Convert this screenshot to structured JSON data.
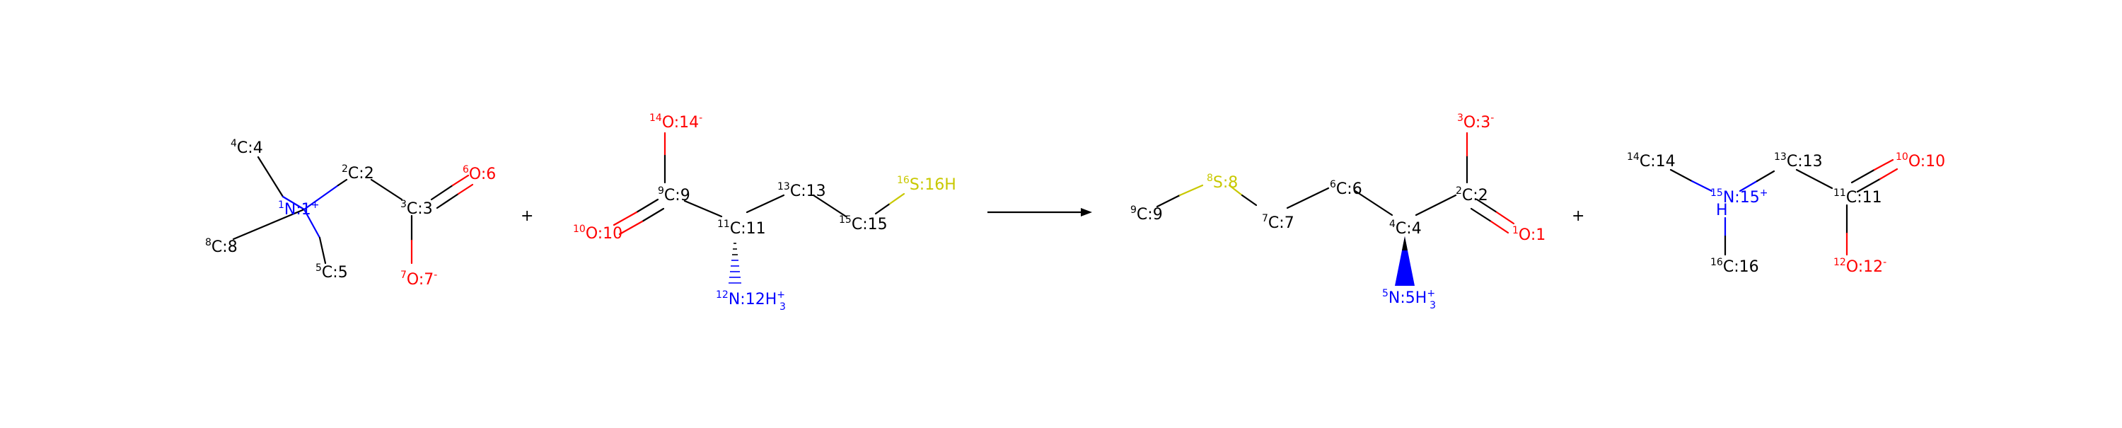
{
  "colors": {
    "carbon": "#000000",
    "nitrogen": "#0000ff",
    "oxygen": "#ff0000",
    "sulfur": "#c8c800"
  },
  "molecules": [
    {
      "id": "betaine",
      "atoms": [
        {
          "id": "c4",
          "isotope": "4",
          "label": "C:4",
          "el": "C"
        },
        {
          "id": "c2",
          "isotope": "2",
          "label": "C:2",
          "el": "C"
        },
        {
          "id": "n1",
          "isotope": "1",
          "label": "N:1",
          "charge": "+",
          "el": "N"
        },
        {
          "id": "c3",
          "isotope": "3",
          "label": "C:3",
          "el": "C"
        },
        {
          "id": "o6",
          "isotope": "6",
          "label": "O:6",
          "el": "O"
        },
        {
          "id": "c8",
          "isotope": "8",
          "label": "C:8",
          "el": "C"
        },
        {
          "id": "c5",
          "isotope": "5",
          "label": "C:5",
          "el": "C"
        },
        {
          "id": "o7",
          "isotope": "7",
          "label": "O:7",
          "charge": "-",
          "el": "O"
        }
      ]
    },
    {
      "id": "homocysteine",
      "atoms": [
        {
          "id": "o14",
          "isotope": "14",
          "label": "O:14",
          "charge": "-",
          "el": "O"
        },
        {
          "id": "c9",
          "isotope": "9",
          "label": "C:9",
          "el": "C"
        },
        {
          "id": "c13",
          "isotope": "13",
          "label": "C:13",
          "el": "C"
        },
        {
          "id": "s16",
          "isotope": "16",
          "label": "S:16H",
          "el": "S"
        },
        {
          "id": "o10",
          "isotope": "10",
          "label": "O:10",
          "el": "O"
        },
        {
          "id": "c11",
          "isotope": "11",
          "label": "C:11",
          "el": "C"
        },
        {
          "id": "c15",
          "isotope": "15",
          "label": "C:15",
          "el": "C"
        },
        {
          "id": "n12",
          "isotope": "12",
          "label": "N:12H",
          "sub": "3",
          "charge": "+",
          "el": "N"
        }
      ]
    },
    {
      "id": "methionine",
      "atoms": [
        {
          "id": "o3",
          "isotope": "3",
          "label": "O:3",
          "charge": "-",
          "el": "O"
        },
        {
          "id": "s8",
          "isotope": "8",
          "label": "S:8",
          "el": "S"
        },
        {
          "id": "c6",
          "isotope": "6",
          "label": "C:6",
          "el": "C"
        },
        {
          "id": "c2",
          "isotope": "2",
          "label": "C:2",
          "el": "C"
        },
        {
          "id": "c9",
          "isotope": "9",
          "label": "C:9",
          "el": "C"
        },
        {
          "id": "c7",
          "isotope": "7",
          "label": "C:7",
          "el": "C"
        },
        {
          "id": "c4",
          "isotope": "4",
          "label": "C:4",
          "el": "C"
        },
        {
          "id": "o1",
          "isotope": "1",
          "label": "O:1",
          "el": "O"
        },
        {
          "id": "n5",
          "isotope": "5",
          "label": "N:5H",
          "sub": "3",
          "charge": "+",
          "el": "N"
        }
      ]
    },
    {
      "id": "dimethylglycine",
      "atoms": [
        {
          "id": "c14",
          "isotope": "14",
          "label": "C:14",
          "el": "C"
        },
        {
          "id": "c13",
          "isotope": "13",
          "label": "C:13",
          "el": "C"
        },
        {
          "id": "o10",
          "isotope": "10",
          "label": "O:10",
          "el": "O"
        },
        {
          "id": "n15",
          "isotope": "15",
          "label": "N:15",
          "charge": "+",
          "el": "N"
        },
        {
          "id": "h15",
          "label": "H",
          "el": "N"
        },
        {
          "id": "c11",
          "isotope": "11",
          "label": "C:11",
          "el": "C"
        },
        {
          "id": "c16",
          "isotope": "16",
          "label": "C:16",
          "el": "C"
        },
        {
          "id": "o12",
          "isotope": "12",
          "label": "O:12",
          "charge": "-",
          "el": "O"
        }
      ]
    }
  ],
  "operators": {
    "plus_1": "+",
    "plus_2": "+"
  }
}
